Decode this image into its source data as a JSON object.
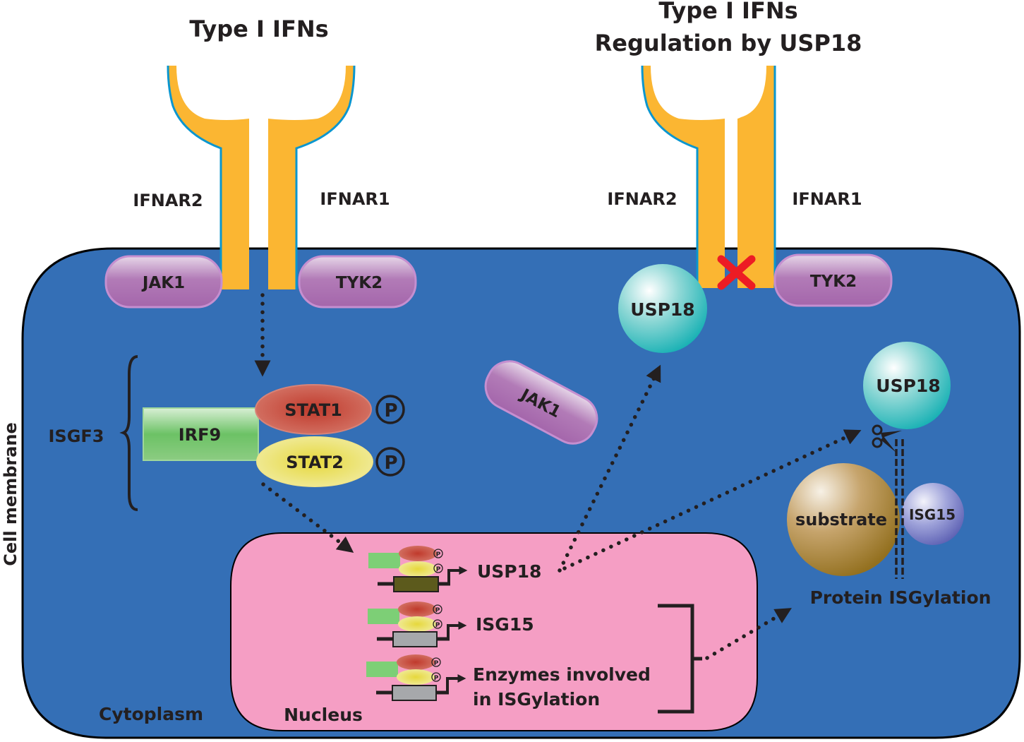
{
  "titles": {
    "left": "Type I IFNs",
    "right_line1": "Type I IFNs",
    "right_line2": "Regulation by USP18"
  },
  "receptors": {
    "left": {
      "chain_a": "IFNAR2",
      "chain_b": "IFNAR1"
    },
    "right": {
      "chain_a": "IFNAR2",
      "chain_b": "IFNAR1"
    }
  },
  "kinases": {
    "left_jak": "JAK1",
    "left_tyk": "TYK2",
    "right_tyk": "TYK2",
    "free_jak": "JAK1"
  },
  "complex": {
    "label": "ISGF3",
    "irf": "IRF9",
    "stat1": "STAT1",
    "stat2": "STAT2",
    "phospho": "P"
  },
  "usp18": {
    "membrane": "USP18",
    "cytoplasm": "USP18"
  },
  "isgylation": {
    "substrate": "substrate",
    "isg15": "ISG15",
    "caption": "Protein ISGylation"
  },
  "nucleus": {
    "label": "Nucleus",
    "genes": [
      {
        "line1": "USP18",
        "line2": "",
        "box_color": "#5c5a1c"
      },
      {
        "line1": "ISG15",
        "line2": "",
        "box_color": "#a6a8ab"
      },
      {
        "line1": "Enzymes involved",
        "line2": "in ISGylation",
        "box_color": "#a6a8ab"
      }
    ],
    "phospho": "P"
  },
  "compartments": {
    "membrane_label": "Cell membrane",
    "cytoplasm_label": "Cytoplasm"
  },
  "colors": {
    "cell": "#346fb6",
    "nucleus": "#f59ec4",
    "receptor": "#fbb632",
    "receptor_edge": "#0a96cf",
    "kinase": "#b178b6",
    "usp18": "#62c9c8",
    "irf9": "#7fc77a",
    "stat1": "#c9584a",
    "stat2": "#ece37b",
    "substrate": "#b08c4c",
    "isg15": "#8a8fd0",
    "block": "#ed1c24"
  }
}
